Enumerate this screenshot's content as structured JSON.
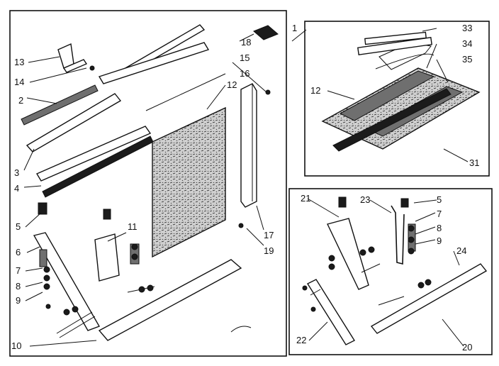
{
  "callouts": {
    "c1": "1",
    "c2": "2",
    "c3": "3",
    "c4": "4",
    "c5a": "5",
    "c5b": "5",
    "c6": "6",
    "c7a": "7",
    "c7b": "7",
    "c8a": "8",
    "c8b": "8",
    "c9a": "9",
    "c9b": "9",
    "c10": "10",
    "c11": "11",
    "c12a": "12",
    "c12b": "12",
    "c13": "13",
    "c14": "14",
    "c15": "15",
    "c16": "16",
    "c17": "17",
    "c18": "18",
    "c19": "19",
    "c20": "20",
    "c21": "21",
    "c22": "22",
    "c23": "23",
    "c24": "24",
    "c31": "31",
    "c33": "33",
    "c34": "34",
    "c35": "35"
  },
  "colors": {
    "ink": "#111111",
    "paper": "#ffffff",
    "shade": "#6f6f6f"
  }
}
